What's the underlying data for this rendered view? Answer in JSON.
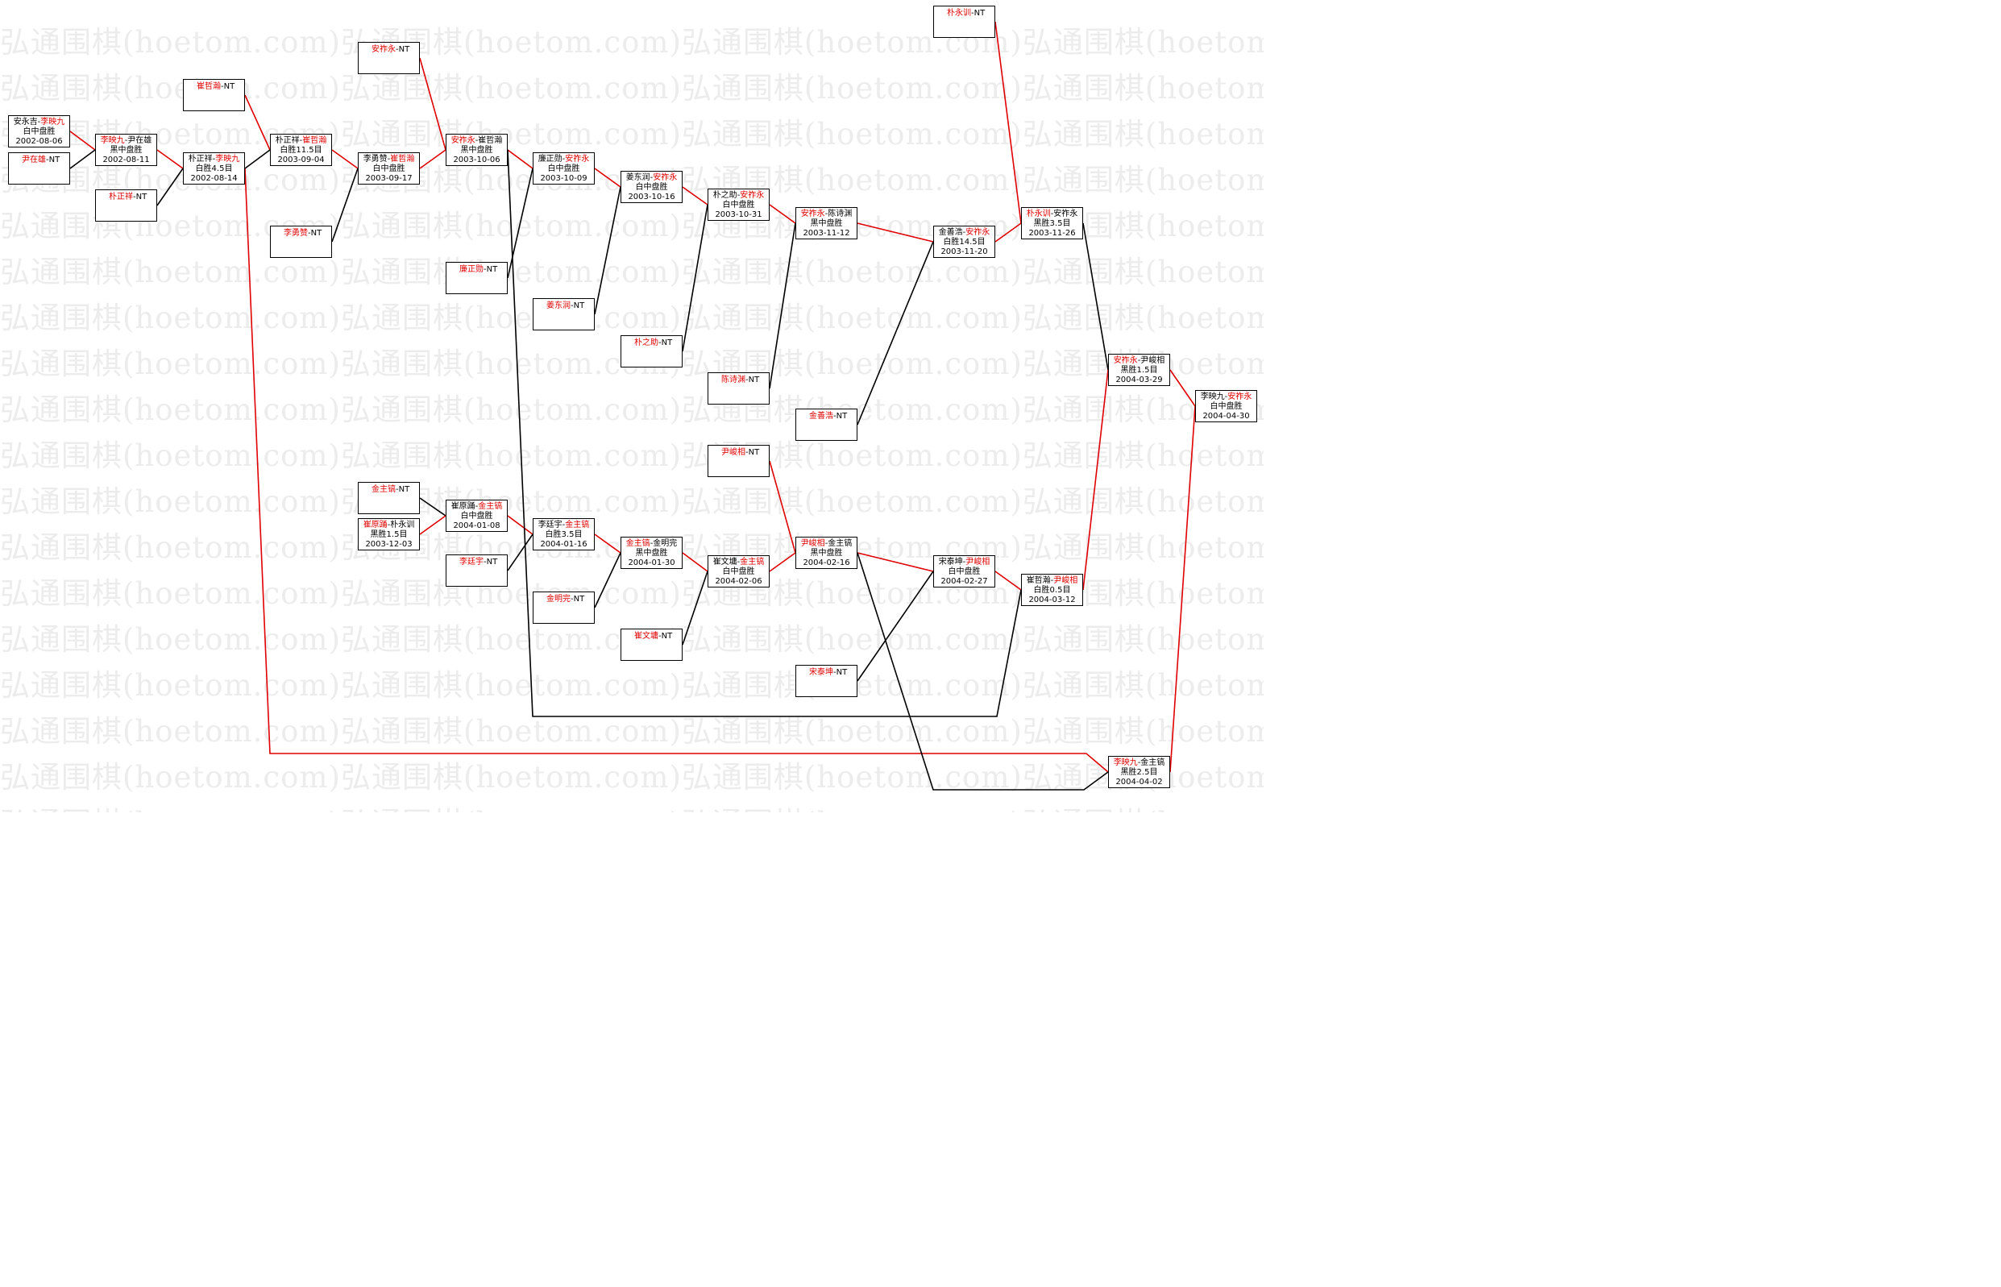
{
  "watermark": "弘通围棋(hoetom.com)",
  "colors": {
    "winner": "#e00000",
    "line_red": "#e00000",
    "line_black": "#000000"
  },
  "nodes": [
    {
      "id": "n1",
      "red": "",
      "black": "安永吉-",
      "red2": "李映九",
      "result": "白中盘胜",
      "date": "2002-08-06"
    },
    {
      "id": "n2",
      "nt": true,
      "red": "尹在雄",
      "black": "-NT"
    },
    {
      "id": "n3",
      "red": "李映九",
      "black": "-尹在雄",
      "result": "黑中盘胜",
      "date": "2002-08-11"
    },
    {
      "id": "n4",
      "nt": true,
      "red": "朴正祥",
      "black": "-NT"
    },
    {
      "id": "n5",
      "nt": true,
      "red": "崔哲瀚",
      "black": "-NT"
    },
    {
      "id": "n6",
      "red": "",
      "black": "朴正祥-",
      "red2": "李映九",
      "result": "白胜4.5目",
      "date": "2002-08-14"
    },
    {
      "id": "n7",
      "red": "",
      "black": "朴正祥-",
      "red2": "崔哲瀚",
      "result": "白胜11.5目",
      "date": "2003-09-04"
    },
    {
      "id": "n8",
      "nt": true,
      "red": "李勇赞",
      "black": "-NT"
    },
    {
      "id": "n9",
      "red": "",
      "black": "李勇赞-",
      "red2": "崔哲瀚",
      "result": "白中盘胜",
      "date": "2003-09-17"
    },
    {
      "id": "n10",
      "nt": true,
      "red": "安祚永",
      "black": "-NT"
    },
    {
      "id": "n11",
      "red": "安祚永",
      "black": "-崔哲瀚",
      "result": "黑中盘胜",
      "date": "2003-10-06"
    },
    {
      "id": "n12",
      "nt": true,
      "red": "廉正勋",
      "black": "-NT"
    },
    {
      "id": "n13",
      "red": "",
      "black": "廉正勋-",
      "red2": "安祚永",
      "result": "白中盘胜",
      "date": "2003-10-09"
    },
    {
      "id": "n14",
      "nt": true,
      "red": "姜东润",
      "black": "-NT"
    },
    {
      "id": "n15",
      "red": "",
      "black": "姜东润-",
      "red2": "安祚永",
      "result": "白中盘胜",
      "date": "2003-10-16"
    },
    {
      "id": "n16",
      "nt": true,
      "red": "朴之助",
      "black": "-NT"
    },
    {
      "id": "n17",
      "red": "",
      "black": "朴之助-",
      "red2": "安祚永",
      "result": "白中盘胜",
      "date": "2003-10-31"
    },
    {
      "id": "n18",
      "nt": true,
      "red": "陈诗渊",
      "black": "-NT"
    },
    {
      "id": "n19",
      "red": "安祚永",
      "black": "-陈诗渊",
      "result": "黑中盘胜",
      "date": "2003-11-12"
    },
    {
      "id": "n20",
      "nt": true,
      "red": "金善浩",
      "black": "-NT"
    },
    {
      "id": "n21",
      "red": "",
      "black": "金善浩-",
      "red2": "安祚永",
      "result": "白胜14.5目",
      "date": "2003-11-20"
    },
    {
      "id": "n22",
      "nt": true,
      "red": "朴永训",
      "black": "-NT"
    },
    {
      "id": "n23",
      "red": "朴永训",
      "black": "-安祚永",
      "result": "黑胜3.5目",
      "date": "2003-11-26"
    },
    {
      "id": "n24",
      "nt": true,
      "red": "金主镐",
      "black": "-NT"
    },
    {
      "id": "n25",
      "red": "崔原踊",
      "black": "-朴永训",
      "result": "黑胜1.5目",
      "date": "2003-12-03"
    },
    {
      "id": "n26",
      "red": "",
      "black": "崔原踊-",
      "red2": "金主镐",
      "result": "白中盘胜",
      "date": "2004-01-08"
    },
    {
      "id": "n27",
      "nt": true,
      "red": "李廷宇",
      "black": "-NT"
    },
    {
      "id": "n28",
      "red": "",
      "black": "李廷宇-",
      "red2": "金主镐",
      "result": "白胜3.5目",
      "date": "2004-01-16"
    },
    {
      "id": "n29",
      "nt": true,
      "red": "金明完",
      "black": "-NT"
    },
    {
      "id": "n30",
      "red": "金主镐",
      "black": "-金明完",
      "result": "黑中盘胜",
      "date": "2004-01-30"
    },
    {
      "id": "n31",
      "nt": true,
      "red": "崔文墉",
      "black": "-NT"
    },
    {
      "id": "n32",
      "red": "",
      "black": "崔文墉-",
      "red2": "金主镐",
      "result": "白中盘胜",
      "date": "2004-02-06"
    },
    {
      "id": "n33",
      "nt": true,
      "red": "尹峻相",
      "black": "-NT"
    },
    {
      "id": "n34",
      "red": "尹峻相",
      "black": "-金主镐",
      "result": "黑中盘胜",
      "date": "2004-02-16"
    },
    {
      "id": "n35",
      "nt": true,
      "red": "宋泰坤",
      "black": "-NT"
    },
    {
      "id": "n36",
      "red": "",
      "black": "宋泰坤-",
      "red2": "尹峻相",
      "result": "白中盘胜",
      "date": "2004-02-27"
    },
    {
      "id": "n37",
      "red": "",
      "black": "崔哲瀚-",
      "red2": "尹峻相",
      "result": "白胜0.5目",
      "date": "2004-03-12"
    },
    {
      "id": "n38",
      "red": "安祚永",
      "black": "-尹峻相",
      "result": "黑胜1.5目",
      "date": "2004-03-29"
    },
    {
      "id": "n39",
      "red": "李映九",
      "black": "-金主镐",
      "result": "黑胜2.5目",
      "date": "2004-04-02"
    },
    {
      "id": "n40",
      "red": "",
      "black": "李映九-",
      "red2": "安祚永",
      "result": "白中盘胜",
      "date": "2004-04-30"
    }
  ]
}
